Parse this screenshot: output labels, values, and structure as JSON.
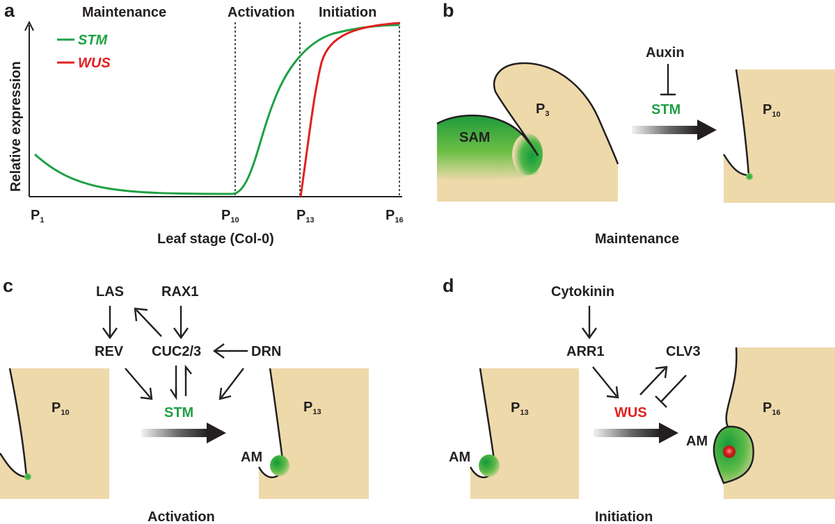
{
  "panels": {
    "a": {
      "letter": "a",
      "phases": [
        "Maintenance",
        "Activation",
        "Initiation"
      ],
      "legend": [
        {
          "label": "STM",
          "color": "#1fa044"
        },
        {
          "label": "WUS",
          "color": "#e0201f"
        }
      ],
      "ylabel": "Relative expression",
      "xlabel": "Leaf stage (Col-0)",
      "ticks": [
        {
          "main": "P",
          "sub": "1"
        },
        {
          "main": "P",
          "sub": "10"
        },
        {
          "main": "P",
          "sub": "13"
        },
        {
          "main": "P",
          "sub": "16"
        }
      ]
    },
    "b": {
      "letter": "b",
      "auxin": "Auxin",
      "stm": "STM",
      "sam": "SAM",
      "p3": {
        "main": "P",
        "sub": "3"
      },
      "p10": {
        "main": "P",
        "sub": "10"
      },
      "caption": "Maintenance"
    },
    "c": {
      "letter": "c",
      "las": "LAS",
      "rax1": "RAX1",
      "rev": "REV",
      "cuc": "CUC2/3",
      "drn": "DRN",
      "stm": "STM",
      "p10": {
        "main": "P",
        "sub": "10"
      },
      "p13": {
        "main": "P",
        "sub": "13"
      },
      "am": "AM",
      "caption": "Activation"
    },
    "d": {
      "letter": "d",
      "cytokinin": "Cytokinin",
      "arr1": "ARR1",
      "clv3": "CLV3",
      "wus": "WUS",
      "p13": {
        "main": "P",
        "sub": "13"
      },
      "p16": {
        "main": "P",
        "sub": "16"
      },
      "am_left": "AM",
      "am_right": "AM",
      "caption": "Initiation"
    }
  },
  "colors": {
    "stm_green": "#1fa044",
    "wus_red": "#e0201f",
    "tissue": "#eed9ab",
    "dark_arrow": "#231f20"
  },
  "chart_data": {
    "type": "line",
    "title": "",
    "xlabel": "Leaf stage (Col-0)",
    "ylabel": "Relative expression",
    "categories": [
      "P1",
      "P10",
      "P13",
      "P16"
    ],
    "phases": [
      "Maintenance",
      "Activation",
      "Initiation"
    ],
    "series": [
      {
        "name": "STM",
        "values": [
          0.25,
          0.0,
          0.83,
          1.0
        ],
        "color": "#1fa044"
      },
      {
        "name": "WUS",
        "values": [
          null,
          null,
          0.0,
          1.0
        ],
        "color": "#e0201f"
      }
    ],
    "legend": "top-left",
    "grid": false
  }
}
